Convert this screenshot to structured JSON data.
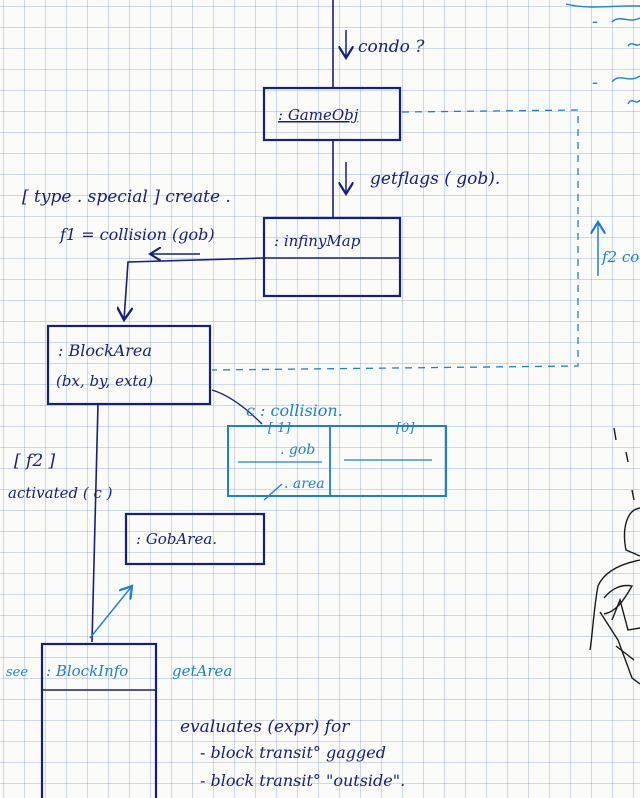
{
  "colors": {
    "ink_dark": "#16207a",
    "ink_light": "#1f7fcf",
    "pencil": "#1a1a1a",
    "grid": "#95acd4"
  },
  "margin_notes": {
    "dash_1": "-",
    "dash_2": "-"
  },
  "arrows": {
    "cond": "condo ?",
    "getflags": "getflags ( gob)."
  },
  "nodes": {
    "gameobj": ": GameObj",
    "infinymap": ": infinyMap",
    "blockarea": {
      "name": ": BlockArea",
      "params": "(bx, by, exta)"
    },
    "gobarea": ": GobArea.",
    "blockinfo": ": BlockInfo",
    "collision": {
      "label": "c : collision.",
      "idx_1": "[ 1]",
      "idx_0": "[0]",
      "field_gob": ". gob",
      "field_area": ". area"
    }
  },
  "annotations": {
    "type_special": "[ type . special ] create .",
    "f1_call": "f1 = collision (gob)",
    "f2": "[ f2 ]",
    "activated": "activated ( c )",
    "see": "see",
    "getarea": "getArea",
    "f2_side": "f2 co"
  },
  "notes": {
    "evaluates": "evaluates (expr) for",
    "item_1": "- block transit° gagged",
    "item_2": "- block transit° \"outside\"."
  }
}
